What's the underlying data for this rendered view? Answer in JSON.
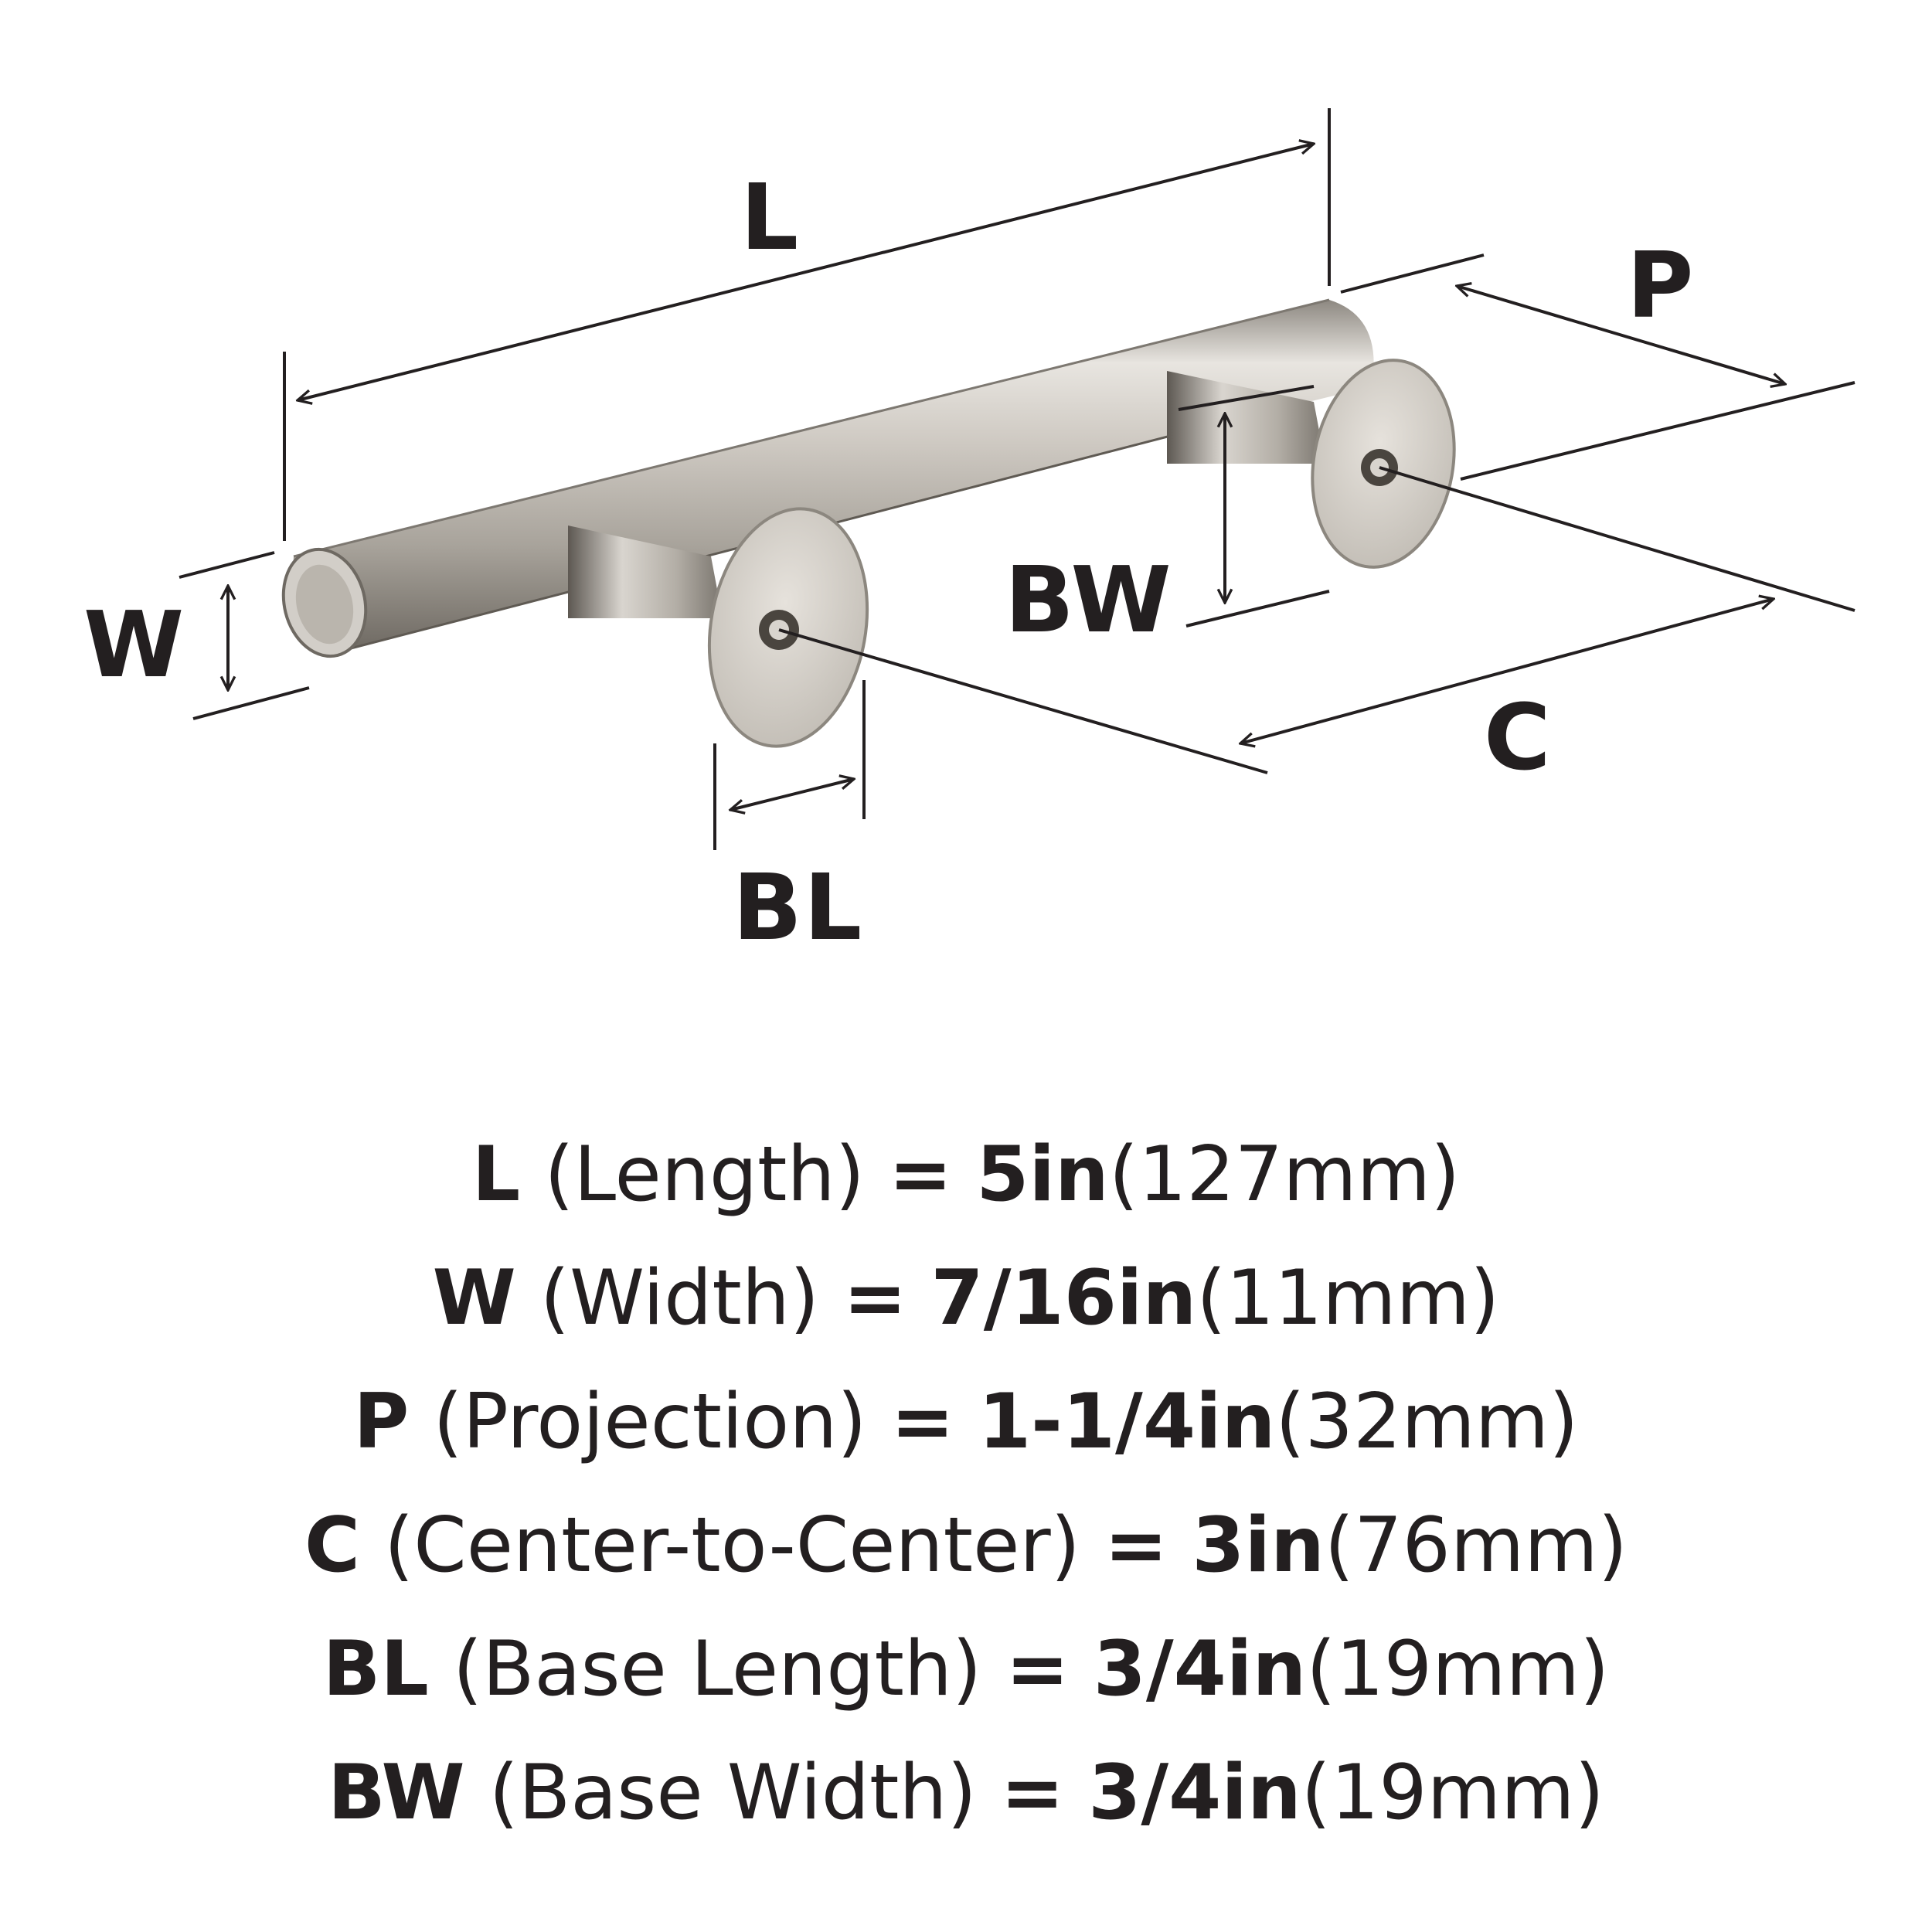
{
  "diagram": {
    "labels": {
      "L": "L",
      "P": "P",
      "W": "W",
      "BW": "BW",
      "C": "C",
      "BL": "BL"
    },
    "finish_color": "#b9b4ad"
  },
  "specs": [
    {
      "code": "L",
      "name": "(Length)",
      "eq": "=",
      "imperial": "5in",
      "metric": "(127mm)"
    },
    {
      "code": "W",
      "name": "(Width)",
      "eq": "=",
      "imperial": "7/16in",
      "metric": "(11mm)"
    },
    {
      "code": "P",
      "name": "(Projection)",
      "eq": "=",
      "imperial": "1-1/4in",
      "metric": "(32mm)"
    },
    {
      "code": "C",
      "name": "(Center-to-Center)",
      "eq": "=",
      "imperial": "3in",
      "metric": "(76mm)"
    },
    {
      "code": "BL",
      "name": "(Base Length)",
      "eq": "=",
      "imperial": "3/4in",
      "metric": "(19mm)"
    },
    {
      "code": "BW",
      "name": "(Base Width)",
      "eq": "=",
      "imperial": "3/4in",
      "metric": "(19mm)"
    }
  ]
}
